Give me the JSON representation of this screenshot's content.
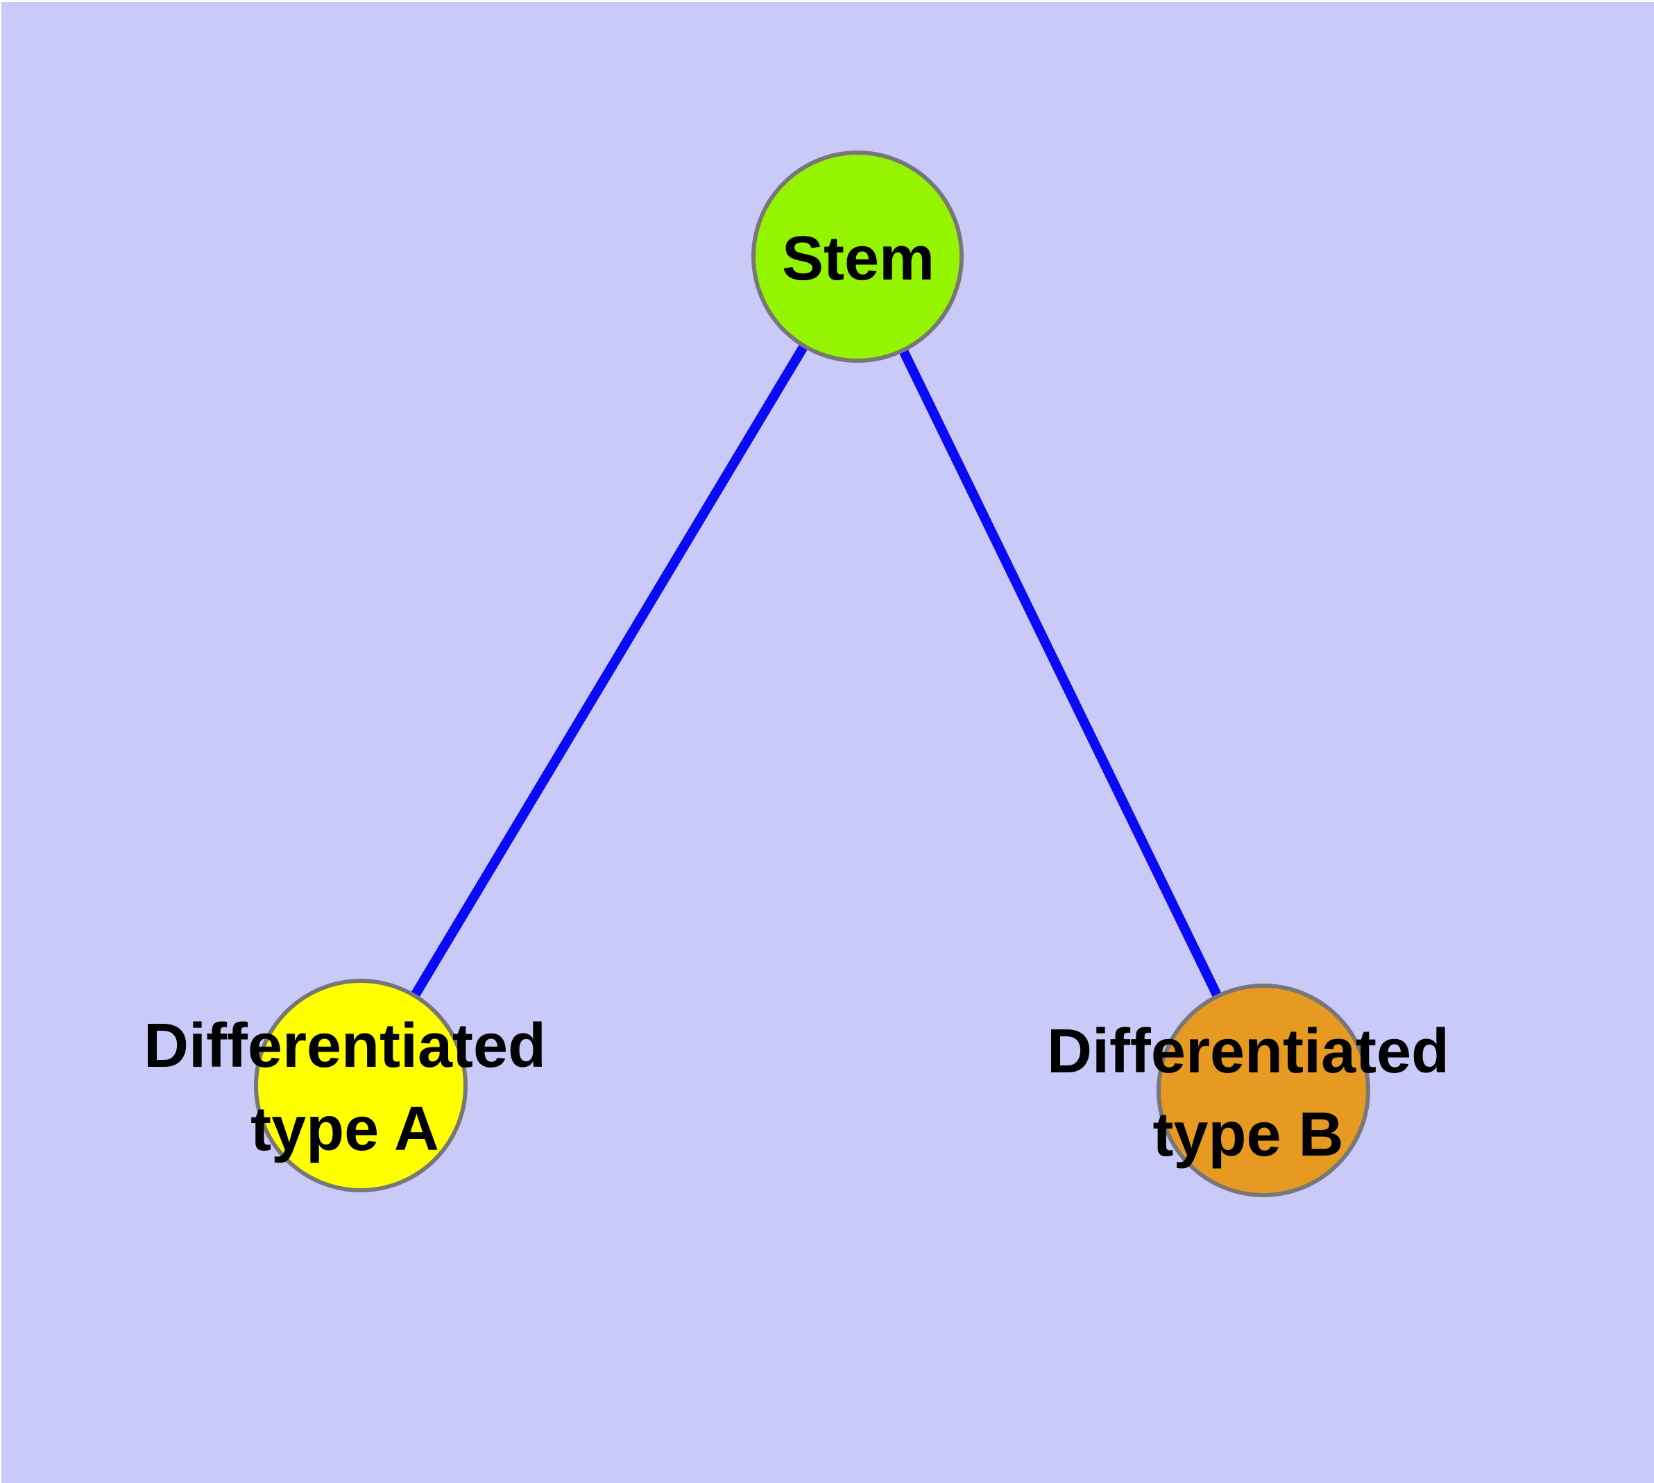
{
  "diagram": {
    "type": "graph",
    "description": "Stem cell differentiation graph: one stem node connected to two differentiated cell-type nodes",
    "background_color": "#CACAF8",
    "frame_color": "#FFFFFF",
    "edge_color": "#0A0AF5",
    "node_border_color": "#777777",
    "label_color": "#000000",
    "nodes": [
      {
        "id": "stem",
        "label_lines": [
          "Stem"
        ],
        "fill": "#95F500"
      },
      {
        "id": "differentiated-type-a",
        "label_lines": [
          "Differentiated",
          "type A"
        ],
        "fill": "#FFFF00"
      },
      {
        "id": "differentiated-type-b",
        "label_lines": [
          "Differentiated",
          "type B"
        ],
        "fill": "#E69A22"
      }
    ],
    "edges": [
      {
        "from": "stem",
        "to": "differentiated-type-a"
      },
      {
        "from": "stem",
        "to": "differentiated-type-b"
      }
    ]
  }
}
